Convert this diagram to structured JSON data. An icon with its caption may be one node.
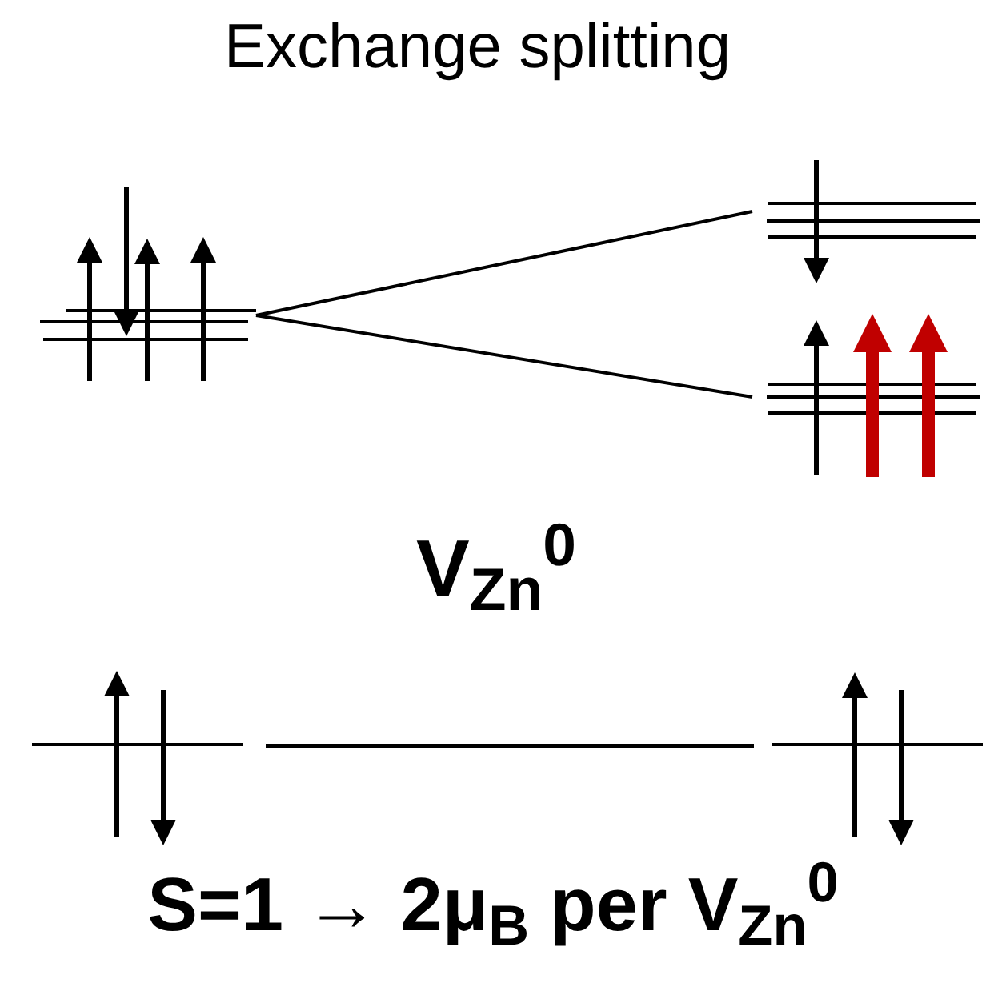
{
  "diagram": {
    "title": "Exchange splitting",
    "nodes": [
      {
        "text": [],
        "shape": "bar"
      },
      {
        "text": [],
        "shape": "bar"
      },
      {
        "text": [],
        "shape": "bar"
      }
    ],
    "edges": [
      {
        "from": 0,
        "to": 1,
        "arrow": "none"
      },
      {
        "from": 0,
        "to": 2,
        "arrow": "none"
      }
    ],
    "labels": [
      "V$_{Zn}$$^{0}$",
      "S=1 → 2μ$_{B}$ per V$_{Zn}$$^{0}$"
    ]
  }
}
